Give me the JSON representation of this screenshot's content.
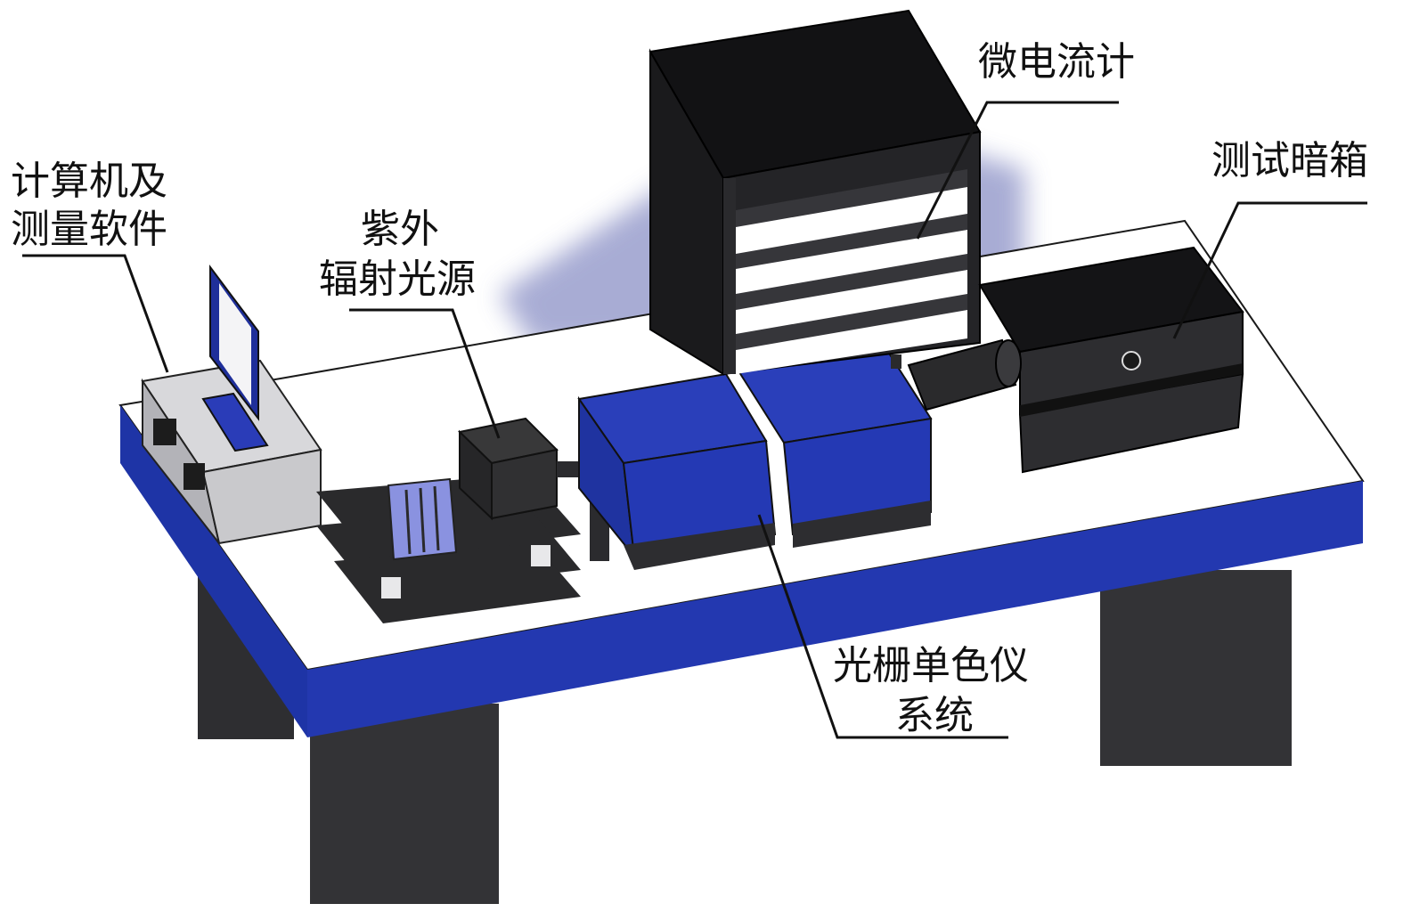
{
  "labels": {
    "computer_line1": "计算机及",
    "computer_line2": "测量软件",
    "uv_line1": "紫外",
    "uv_line2": "辐射光源",
    "picoammeter": "微电流计",
    "darkbox": "测试暗箱",
    "mono_line1": "光栅单色仪",
    "mono_line2": "系统"
  },
  "colors": {
    "table_blue": "#1e34a6",
    "table_top": "#ffffff",
    "equipment_dark": "#2b2b2e",
    "equipment_black": "#111113",
    "mono_blue": "#2439b4",
    "uv_module": "#8a92e0",
    "computer_gray": "#c9c9cc",
    "shadow": "#9aa0c8"
  }
}
